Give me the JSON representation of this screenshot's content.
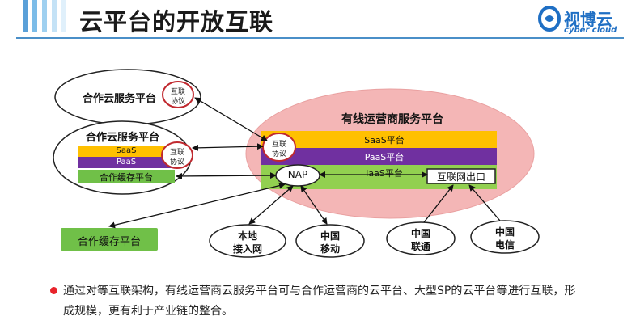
{
  "header": {
    "title": "云平台的开放互联",
    "logo": {
      "name": "视博云",
      "subtitle": "cyber cloud"
    }
  },
  "diagram": {
    "operator_platform": {
      "title": "有线运营商服务平台",
      "layers": {
        "saas": "SaaS平台",
        "paas": "PaaS平台",
        "iaas": "IaaS平台"
      },
      "nap": "NAP",
      "internet_exit": "互联网出口",
      "protocol_badge": [
        "互联",
        "协议"
      ]
    },
    "partner_cloud_1": {
      "label": "合作云服务平台",
      "protocol_badge": [
        "互联",
        "协议"
      ]
    },
    "partner_cloud_2": {
      "label": "合作云服务平台",
      "saas": "SaaS",
      "paas": "PaaS",
      "cache": "合作缓存平台",
      "protocol_badge": [
        "互联",
        "协议"
      ]
    },
    "partner_cache": "合作缓存平台",
    "access_nodes": {
      "local_access": [
        "本地",
        "接入网"
      ],
      "china_mobile": [
        "中国",
        "移动"
      ],
      "china_unicom": [
        "中国",
        "联通"
      ],
      "china_telecom": [
        "中国",
        "电信"
      ]
    }
  },
  "bullet": {
    "text": "通过对等互联架构，有线运营商云服务平台可与合作运营商的云平台、大型SP的云平台等进行互联，形成规模，更有利于产业链的整合。"
  },
  "colors": {
    "accent_red": "#e8232b",
    "saas": "#ffc000",
    "paas": "#7030a0",
    "iaas": "#92d050",
    "cloud": "#f4b6b6",
    "cache_green": "#70c048",
    "title_line": "#4a8fc8"
  }
}
